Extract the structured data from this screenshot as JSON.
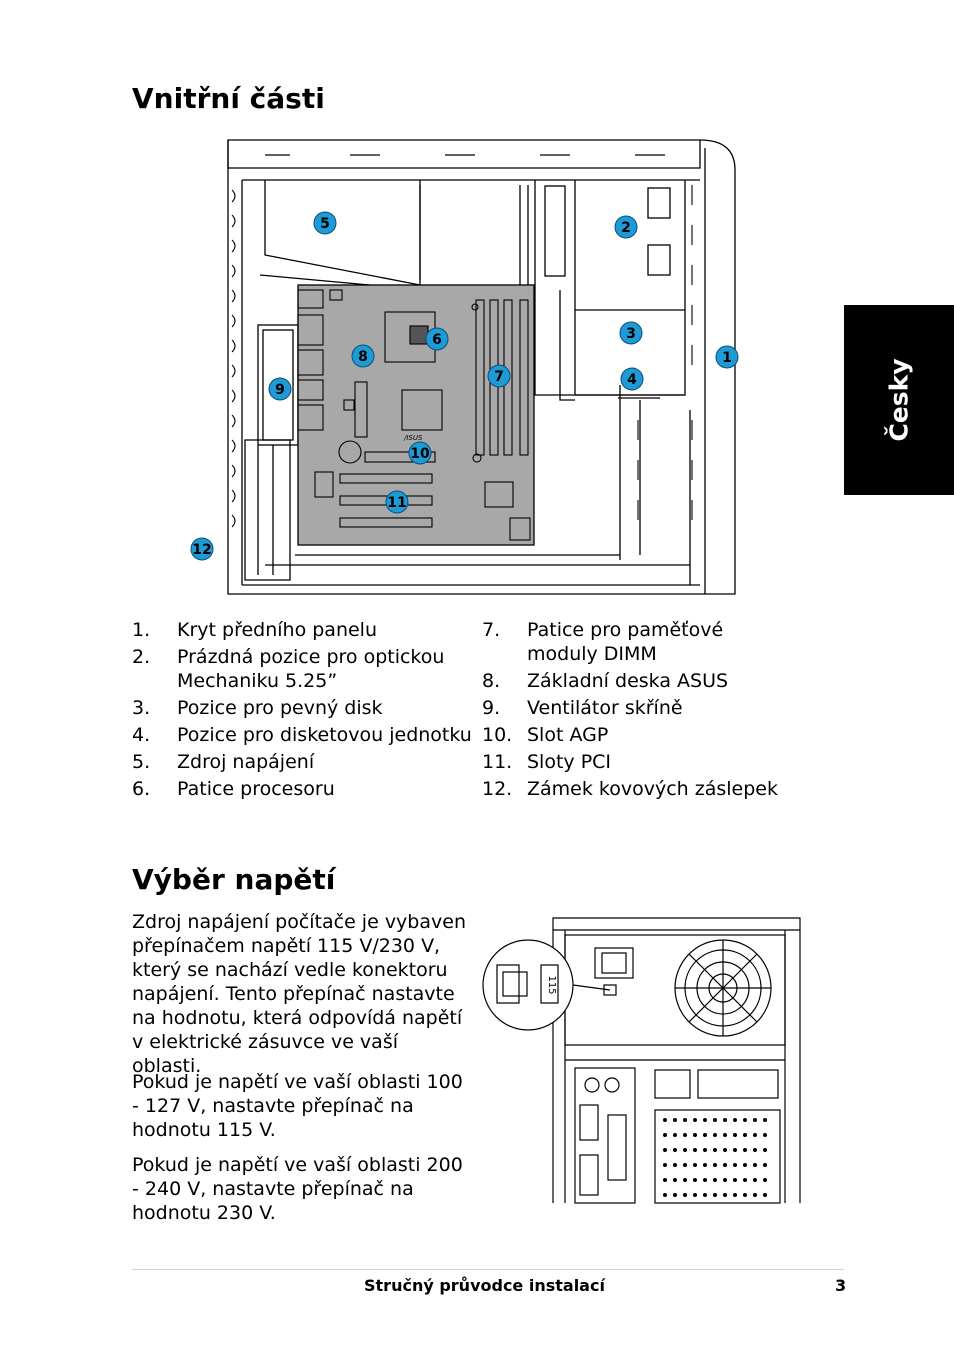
{
  "section1": {
    "title": "Vnitřní části"
  },
  "side_tab": {
    "label": "Česky"
  },
  "callouts": [
    "1",
    "2",
    "3",
    "4",
    "5",
    "6",
    "7",
    "8",
    "9",
    "10",
    "11",
    "12"
  ],
  "brand_mark": "/ISUS",
  "parts_left": [
    {
      "num": "1.",
      "text": "Kryt předního panelu"
    },
    {
      "num": "2.",
      "text": "Prázdná pozice pro optickou Mechaniku 5.25”"
    },
    {
      "num": "3.",
      "text": "Pozice pro pevný disk"
    },
    {
      "num": "4.",
      "text": "Pozice pro disketovou jednotku"
    },
    {
      "num": "5.",
      "text": "Zdroj napájení"
    },
    {
      "num": "6.",
      "text": "Patice procesoru"
    }
  ],
  "parts_right": [
    {
      "num": "7.",
      "text": "Patice pro paměťové moduly DIMM"
    },
    {
      "num": "8.",
      "text": "Základní deska ASUS"
    },
    {
      "num": "9.",
      "text": "Ventilátor skříně"
    },
    {
      "num": "10.",
      "text": "Slot AGP"
    },
    {
      "num": "11.",
      "text": "Sloty PCI"
    },
    {
      "num": "12.",
      "text": "Zámek kovových záslepek"
    }
  ],
  "section2": {
    "title": "Výběr napětí",
    "paragraphs": [
      "Zdroj napájení počítače je vybaven přepínačem napětí 115 V/230 V, který se nachází vedle konektoru napájení. Tento přepínač nastavte na hodnotu, která odpovídá napětí v elektrické zásuvce ve vaší oblasti.",
      "Pokud je napětí ve vaší oblasti 100 - 127 V, nastavte přepínač na hodnotu 115 V.",
      "Pokud je napětí ve vaší oblasti 200 - 240 V, nastavte přepínač na hodnotu 230 V."
    ],
    "switch_label": "115"
  },
  "footer": {
    "title": "Stručný průvodce instalací",
    "page": "3"
  }
}
